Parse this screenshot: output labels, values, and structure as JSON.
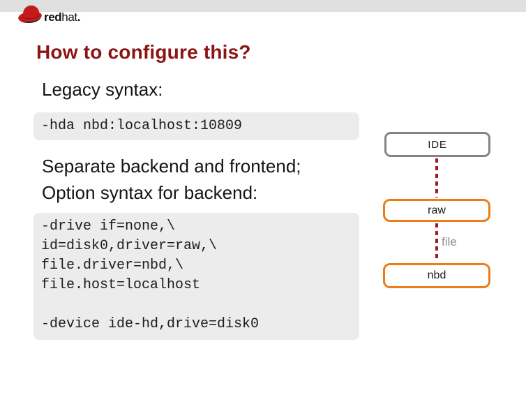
{
  "slide": {
    "brand": {
      "bold": "red",
      "rest": "hat",
      "dot": "."
    },
    "title": "How to configure this?",
    "sections": {
      "legacy": {
        "heading": "Legacy syntax:",
        "code": "-hda nbd:localhost:10809"
      },
      "separate": {
        "heading_line1": "Separate backend and frontend;",
        "heading_line2": "Option syntax for backend:",
        "code_lines": [
          "-drive if=none,\\",
          "id=disk0,driver=raw,\\",
          "file.driver=nbd,\\",
          "file.host=localhost",
          "",
          "-device ide-hd,drive=disk0"
        ]
      }
    },
    "diagram": {
      "nodes": [
        {
          "label": "IDE",
          "border_color": "#848484"
        },
        {
          "label": "raw",
          "border_color": "#ee7d18"
        },
        {
          "label": "nbd",
          "border_color": "#ee7d18"
        }
      ],
      "edge_label": "file",
      "edge_color": "#9a1c30"
    },
    "colors": {
      "title": "#8b1414",
      "top_strip": "#e0e0e0",
      "code_bg": "#ececec",
      "hat_red": "#c21b1b",
      "orange": "#ee7d18",
      "gray_border": "#848484"
    }
  }
}
